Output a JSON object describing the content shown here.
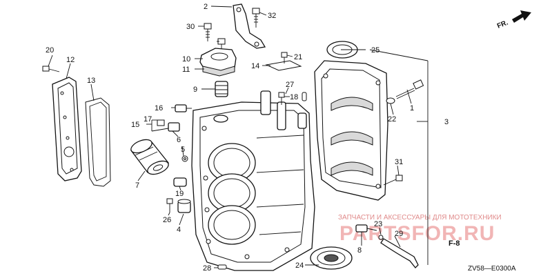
{
  "labels": {
    "p1": "1",
    "p2": "2",
    "p3": "3",
    "p4": "4",
    "p5": "5",
    "p6": "6",
    "p7": "7",
    "p8": "8",
    "p9": "9",
    "p10": "10",
    "p11": "11",
    "p12": "12",
    "p13": "13",
    "p14": "14",
    "p15": "15",
    "p16": "16",
    "p17": "17",
    "p18": "18",
    "p19": "19",
    "p20": "20",
    "p21": "21",
    "p22": "22",
    "p23": "23",
    "p24": "24",
    "p25": "25",
    "p26": "26",
    "p27": "27",
    "p28": "28",
    "p29": "29",
    "p30": "30",
    "p31": "31",
    "p32": "32"
  },
  "direction_label": "FR.",
  "reference_label": "F-8",
  "diagram_code": "ZV58—E0300A",
  "watermark": {
    "tagline": "ЗАПЧАСТИ И АКСЕССУАРЫ ДЛЯ МОТОТЕХНИКИ",
    "brand": "PARTSFOR.RU"
  }
}
